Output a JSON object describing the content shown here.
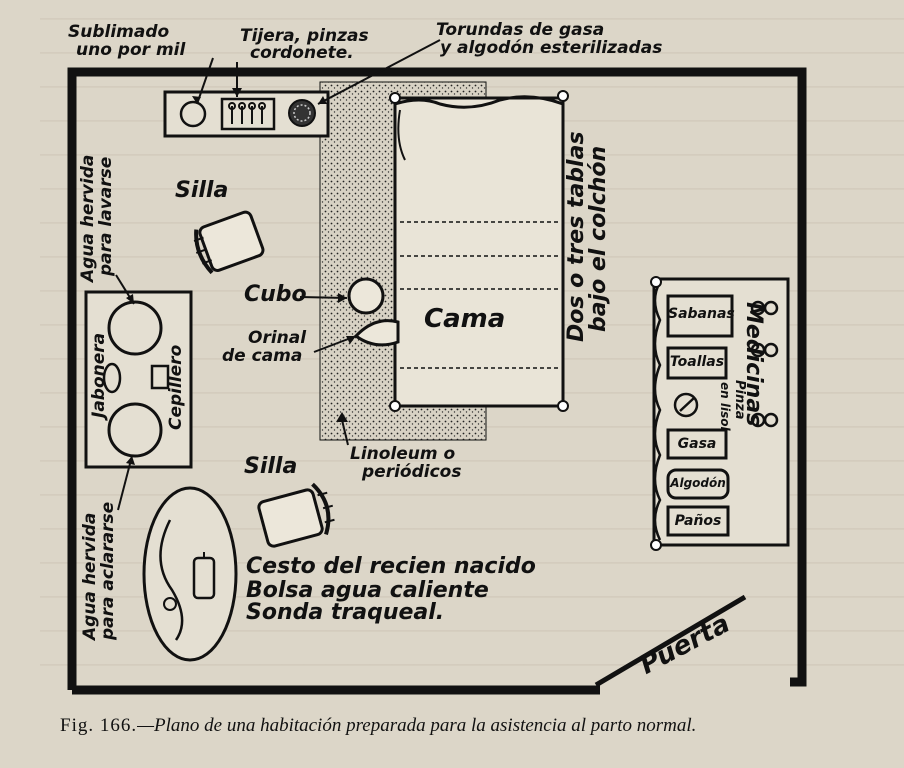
{
  "labels": {
    "sublimado": [
      "Sublimado",
      "uno por mil"
    ],
    "tijera": [
      "Tijera, pinzas",
      "cordonete."
    ],
    "torundas": [
      "Torundas de gasa",
      "y algodón esterilizadas"
    ],
    "silla_top": "Silla",
    "silla_bottom": "Silla",
    "agua_lavarse": [
      "Agua hervida",
      "para lavarse"
    ],
    "agua_aclararse": [
      "Agua hervida",
      "para aclararse"
    ],
    "jabonera": "Jabonera",
    "cepillero": "Cepillero",
    "cubo": "Cubo",
    "orinal": [
      "Orinal",
      "de cama"
    ],
    "cama": "Cama",
    "tablas": [
      "Dos o tres tablas",
      "bajo el colchón"
    ],
    "linoleum": [
      "Linoleum o",
      "periódicos"
    ],
    "cesto": [
      "Cesto del recien nacido",
      "Bolsa agua caliente",
      "Sonda traqueal."
    ],
    "medicinas": "Medicinas",
    "pinza": [
      "Pinza",
      "en lisol"
    ],
    "sabanas": "Sabanas",
    "toallas": "Toallas",
    "gasa": "Gasa",
    "algodon": "Algodón",
    "panos": "Paños",
    "puerta": "Puerta"
  },
  "caption": {
    "fig": "Fig. 166.",
    "text": "—Plano de una habitación preparada para la asistencia al parto normal."
  }
}
